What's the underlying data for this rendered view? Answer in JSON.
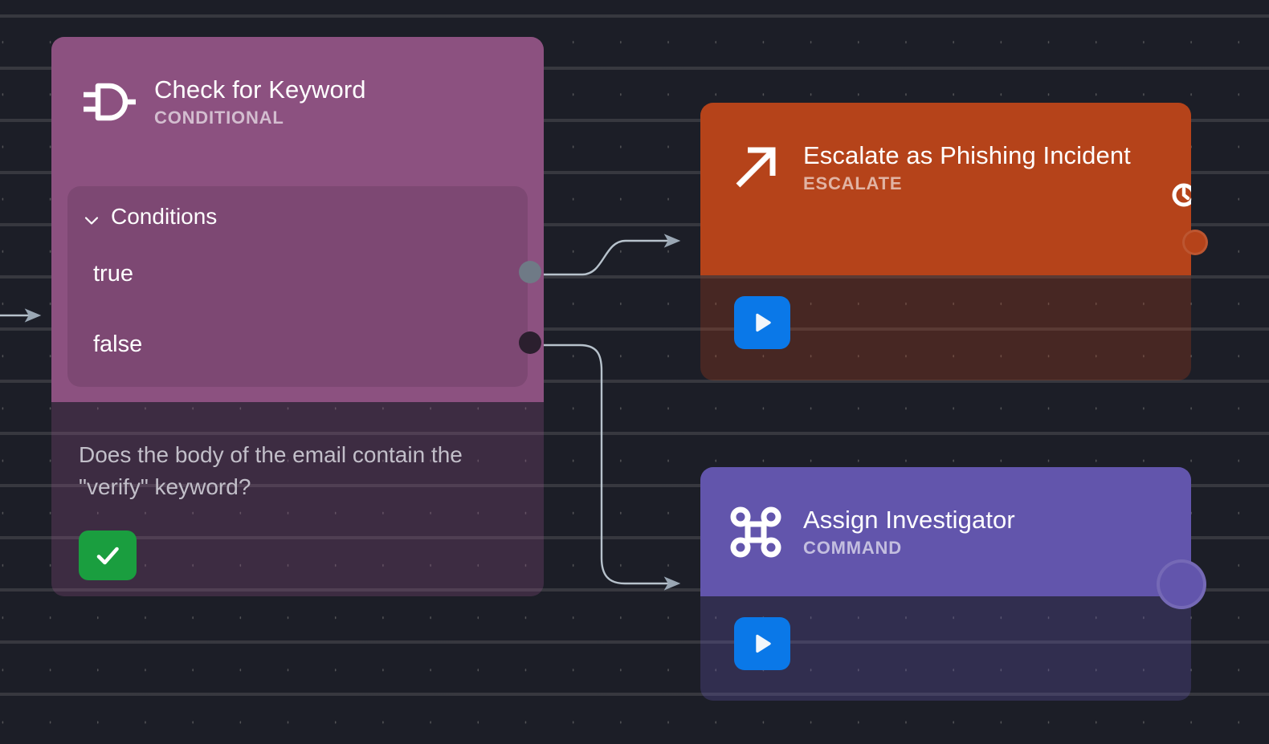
{
  "canvas": {
    "background_color": "#1c1e27",
    "grid_dot_color": "#a8a6a0"
  },
  "nodes": [
    {
      "id": "check-for-keyword",
      "title": "Check for Keyword",
      "kind": "CONDITIONAL",
      "icon": "logic-gate-icon",
      "accent_color": "#8c5180",
      "conditions_panel": {
        "label": "Conditions",
        "collapse_icon": "chevron-down-icon",
        "rows": [
          {
            "label": "true",
            "handle_color": "#6f7a86"
          },
          {
            "label": "false",
            "handle_color": "#2b1f2e"
          }
        ]
      },
      "description": "Does the body of the email contain the \"verify\" keyword?",
      "status": {
        "icon": "check-icon",
        "color": "#1a9e3f"
      }
    },
    {
      "id": "escalate-as-phishing-incident",
      "title": "Escalate as Phishing Incident",
      "kind": "ESCALATE",
      "icon": "arrow-up-right-icon",
      "accent_color": "#b5431a",
      "corner_icon": "clock-icon",
      "run_button": {
        "icon": "play-icon",
        "color": "#0a78e8"
      }
    },
    {
      "id": "assign-investigator",
      "title": "Assign Investigator",
      "kind": "COMMAND",
      "icon": "command-icon",
      "accent_color": "#6255ac",
      "run_button": {
        "icon": "play-icon",
        "color": "#0a78e8"
      }
    }
  ],
  "edges": [
    {
      "id": "edge-incoming",
      "from": "offscreen",
      "to": "check-for-keyword",
      "color": "#b7c2cc"
    },
    {
      "id": "edge-true-escalate",
      "from": "true",
      "to": "escalate-as-phishing-incident",
      "color": "#b7c2cc"
    },
    {
      "id": "edge-false-command",
      "from": "false",
      "to": "assign-investigator",
      "color": "#b7c2cc"
    }
  ]
}
